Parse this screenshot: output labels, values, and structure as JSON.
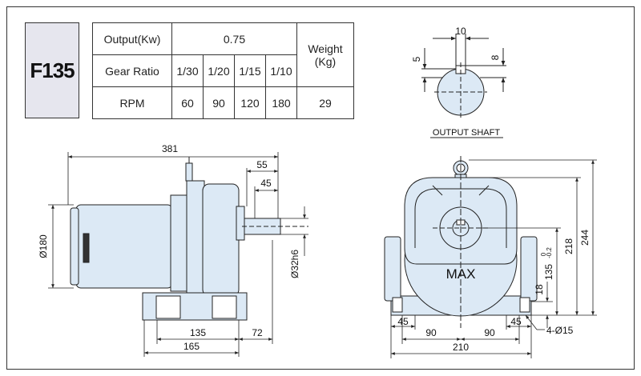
{
  "model": "F135",
  "table": {
    "output_label": "Output(Kw)",
    "output_value": "0.75",
    "gear_label": "Gear  Ratio",
    "ratios": [
      "1/30",
      "1/20",
      "1/15",
      "1/10"
    ],
    "rpm_label": "RPM",
    "rpms": [
      "60",
      "90",
      "120",
      "180"
    ],
    "weight_label_1": "Weight",
    "weight_label_2": "(Kg)",
    "weight_value": "29"
  },
  "output_shaft": {
    "caption": "OUTPUT SHAFT",
    "dim_width": "10",
    "dim_left": "5",
    "dim_right": "8"
  },
  "side_view": {
    "overall_length": "381",
    "shaft_55": "55",
    "shaft_45": "45",
    "motor_dia": "Ø180",
    "shaft_dia": "Ø32h6",
    "base_135": "135",
    "base_72": "72",
    "base_165": "165"
  },
  "front_view": {
    "label": "MAX",
    "h_244": "244",
    "h_218": "218",
    "h_135": "135",
    "h_135_tol": "-0.2",
    "h_135_tol_top": "0",
    "h_18": "18",
    "w_45_left": "45",
    "w_45_right": "45",
    "w_90_left": "90",
    "w_90_right": "90",
    "w_210": "210",
    "holes": "4-Ø15"
  },
  "colors": {
    "body_fill": "#dce9f5",
    "line": "#222222",
    "model_box": "#e6e6ee"
  }
}
